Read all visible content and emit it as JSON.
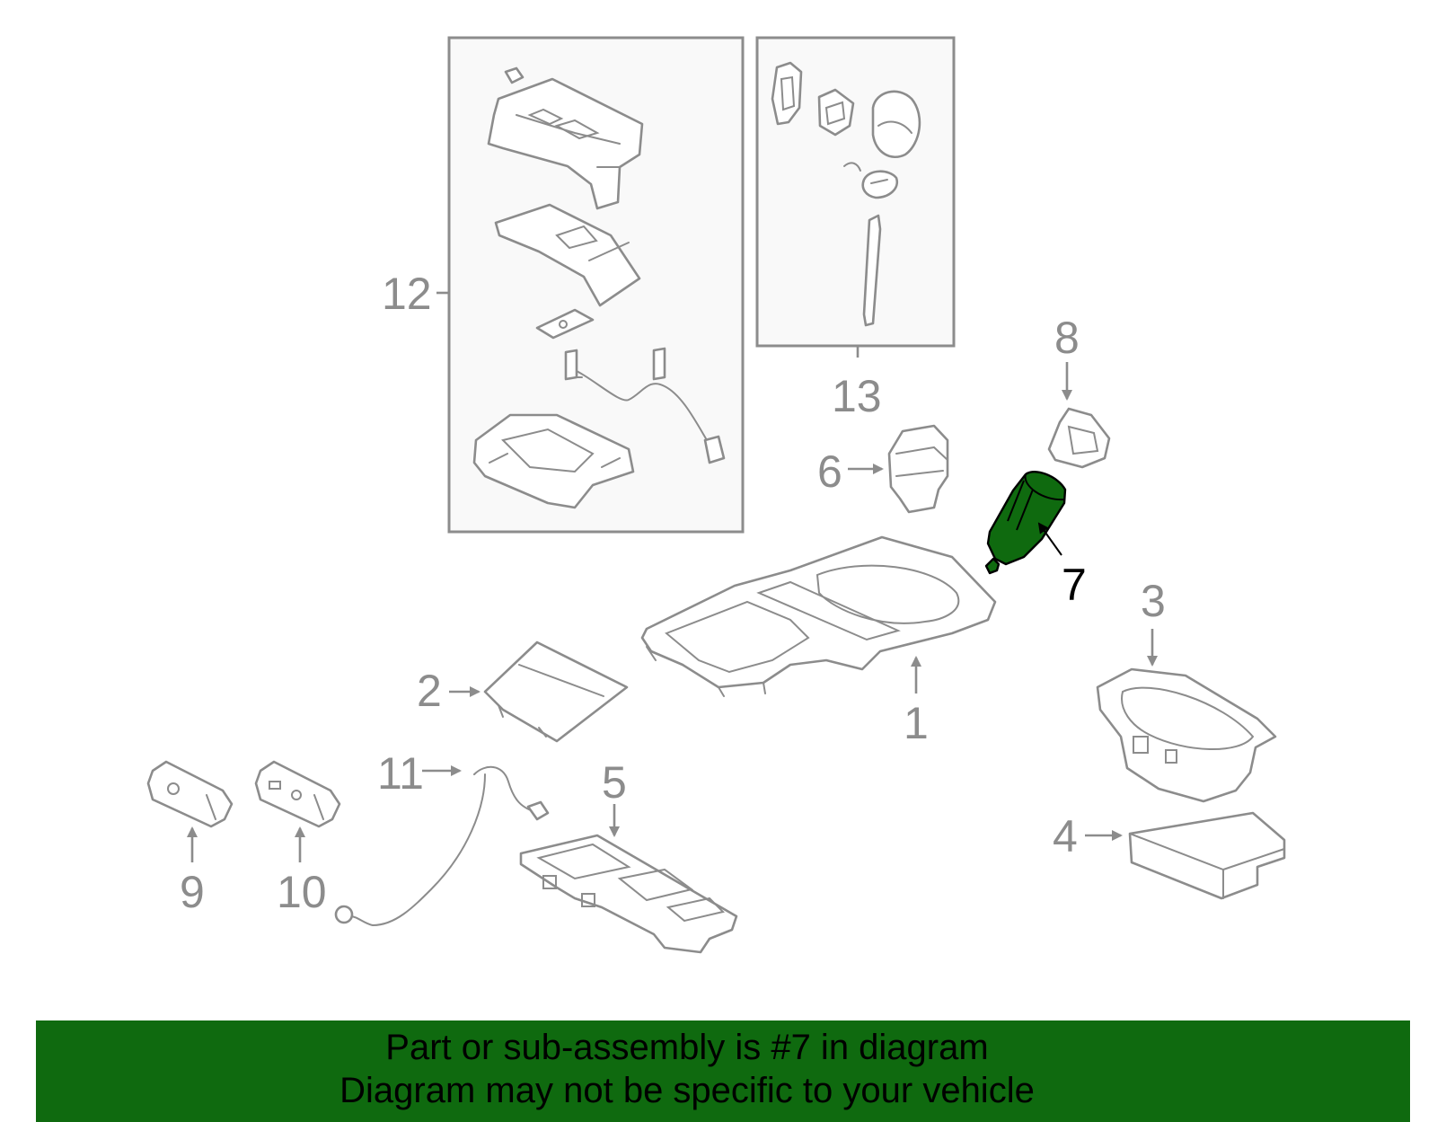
{
  "callouts": {
    "c1": "1",
    "c2": "2",
    "c3": "3",
    "c4": "4",
    "c5": "5",
    "c6": "6",
    "c7": "7",
    "c8": "8",
    "c9": "9",
    "c10": "10",
    "c11": "11",
    "c12": "12",
    "c13": "13"
  },
  "highlight": {
    "part_number": "7",
    "color": "#0f6a0f"
  },
  "banner": {
    "line1": "Part or sub-assembly is #7 in diagram",
    "line2": "Diagram may not be specific to your vehicle",
    "background": "#0f6a0f"
  }
}
